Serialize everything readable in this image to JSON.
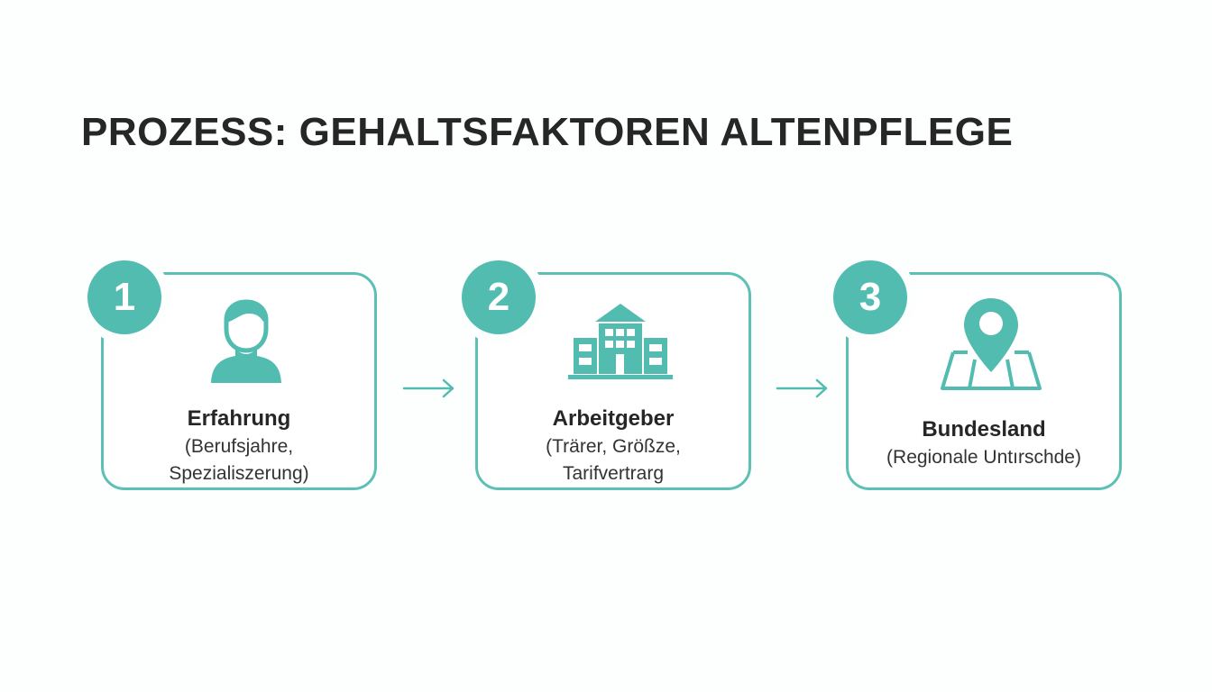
{
  "title": "PROZESS: GEHALTSFAKTOREN ALTENPFLEGE",
  "colors": {
    "accent": "#52bcb1",
    "border": "#5cc0b5",
    "text": "#262626"
  },
  "steps": [
    {
      "number": "1",
      "icon": "person-icon",
      "label": "Erfahrung",
      "desc_lines": [
        "(Berufsjahre,",
        "Spezialiszerung)"
      ]
    },
    {
      "number": "2",
      "icon": "building-icon",
      "label": "Arbeitgeber",
      "desc_lines": [
        "(Trärer, Größze,",
        "Tarifvertrarg"
      ]
    },
    {
      "number": "3",
      "icon": "map-pin-icon",
      "label": "Bundesland",
      "desc_lines": [
        "(Regionale Untırschde)"
      ]
    }
  ],
  "connectors": [
    "arrow-right-icon",
    "arrow-right-icon"
  ]
}
